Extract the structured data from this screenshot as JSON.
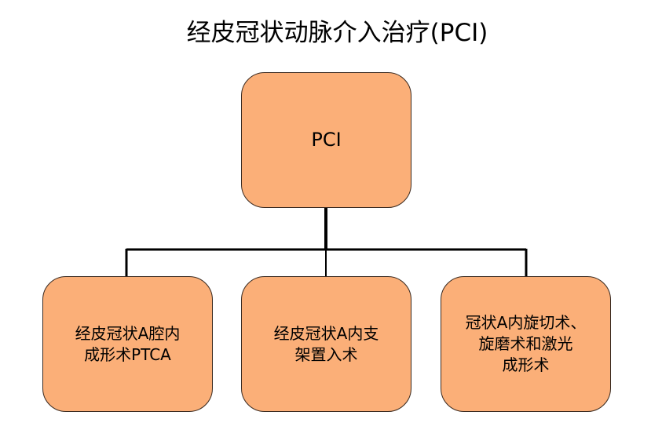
{
  "title": "经皮冠状动脉介入治疗(PCI)",
  "root": {
    "label": "PCI"
  },
  "children": [
    {
      "lines": [
        "经皮冠状A腔内",
        "成形术PTCA"
      ]
    },
    {
      "lines": [
        "经皮冠状A内支",
        "架置入术"
      ]
    },
    {
      "lines": [
        "冠状A内旋切术、",
        "旋磨术和激光",
        "成形术"
      ]
    }
  ],
  "colors": {
    "node_fill": "#fbaf78",
    "node_border": "#3a2a20",
    "connector": "#000000"
  }
}
